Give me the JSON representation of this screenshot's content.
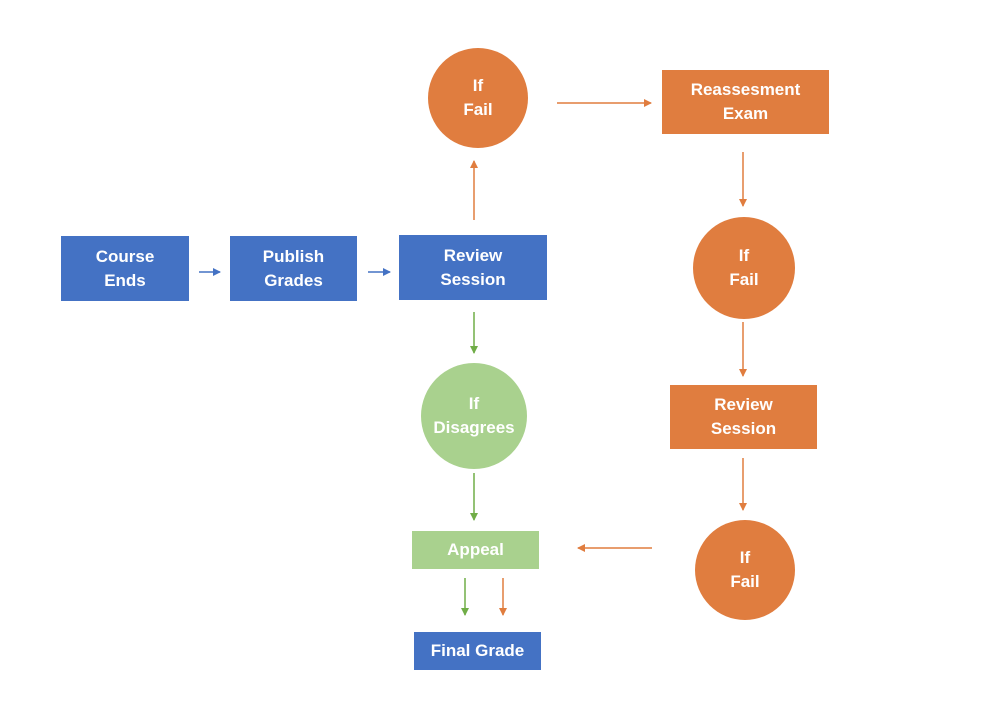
{
  "colors": {
    "blue": "#4472c4",
    "orange": "#e07d3f",
    "green": "#a9d18e",
    "blue_arrow": "#4472c4",
    "orange_arrow": "#e07d3f",
    "green_arrow": "#70ad47"
  },
  "nodes": {
    "course_ends": {
      "line1": "Course",
      "line2": "Ends"
    },
    "publish_grades": {
      "line1": "Publish",
      "line2": "Grades"
    },
    "review_session_1": {
      "line1": "Review",
      "line2": "Session"
    },
    "if_fail_1": {
      "line1": "If",
      "line2": "Fail"
    },
    "reassessment_exam": {
      "line1": "Reassesment",
      "line2": "Exam"
    },
    "if_fail_2": {
      "line1": "If",
      "line2": "Fail"
    },
    "review_session_2": {
      "line1": "Review",
      "line2": "Session"
    },
    "if_fail_3": {
      "line1": "If",
      "line2": "Fail"
    },
    "if_disagrees": {
      "line1": "If",
      "line2": "Disagrees"
    },
    "appeal": {
      "label": "Appeal"
    },
    "final_grade": {
      "label": "Final Grade"
    }
  }
}
